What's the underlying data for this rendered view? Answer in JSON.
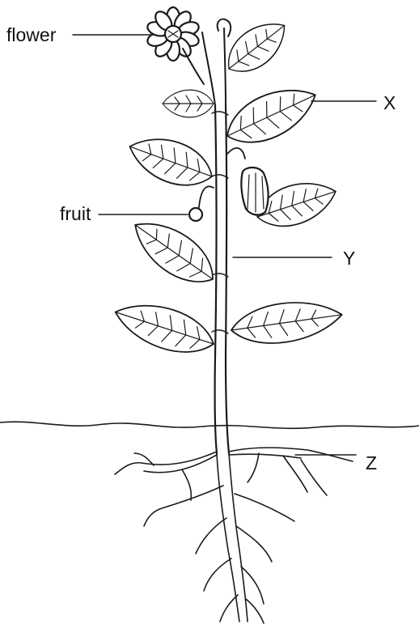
{
  "labels": {
    "flower": "flower",
    "fruit": "fruit",
    "x": "X",
    "y": "Y",
    "z": "Z"
  },
  "colors": {
    "ink": "#1a1a1a",
    "background": "#ffffff"
  }
}
